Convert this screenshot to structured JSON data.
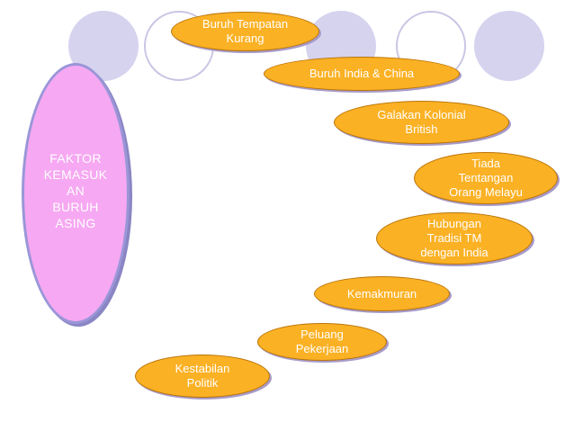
{
  "main": {
    "label": "FAKTOR\nKEMASUK\nAN\nBURUH\nASING"
  },
  "factors": [
    {
      "label": "Buruh Tempatan\nKurang"
    },
    {
      "label": "Buruh India & China"
    },
    {
      "label": "Galakan Kolonial\nBritish"
    },
    {
      "label": "Tiada\nTentangan\nOrang Melayu"
    },
    {
      "label": "Hubungan\nTradisi TM\ndengan India"
    },
    {
      "label": "Kemakmuran"
    },
    {
      "label": "Peluang\nPekerjaan"
    },
    {
      "label": "Kestabilan\nPolitik"
    }
  ],
  "colors": {
    "factor_fill": "#fbb124",
    "main_fill": "#f6a8f2",
    "deco_fill": "#d6d3ef",
    "text": "#ffffff"
  }
}
